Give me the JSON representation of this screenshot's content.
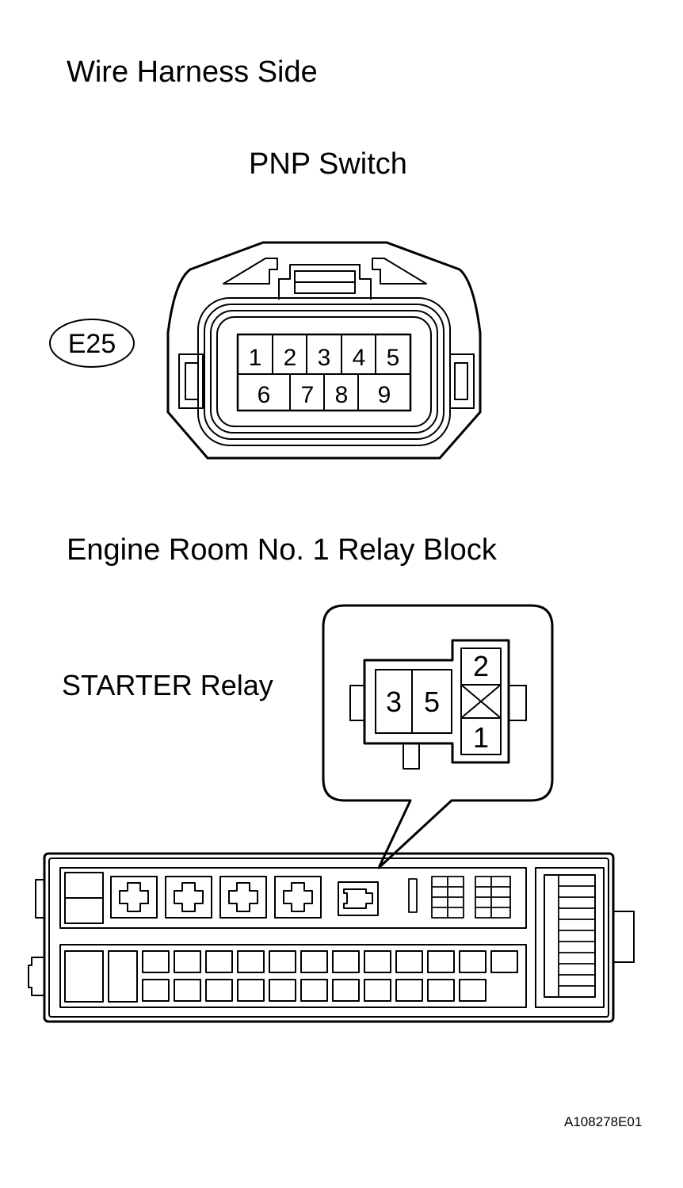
{
  "titles": {
    "wire_harness_side": "Wire Harness Side",
    "pnp_switch": "PNP Switch",
    "engine_room_relay_block": "Engine Room No. 1 Relay Block",
    "starter_relay": "STARTER Relay"
  },
  "pnp_connector": {
    "code": "E25",
    "top_row": [
      "1",
      "2",
      "3",
      "4",
      "5"
    ],
    "bottom_row": [
      "6",
      "7",
      "8",
      "9"
    ]
  },
  "starter_relay_connector": {
    "left_pins": [
      "3",
      "5"
    ],
    "right_top_pin": "2",
    "right_bottom_pin": "1"
  },
  "figure_code": "A108278E01"
}
